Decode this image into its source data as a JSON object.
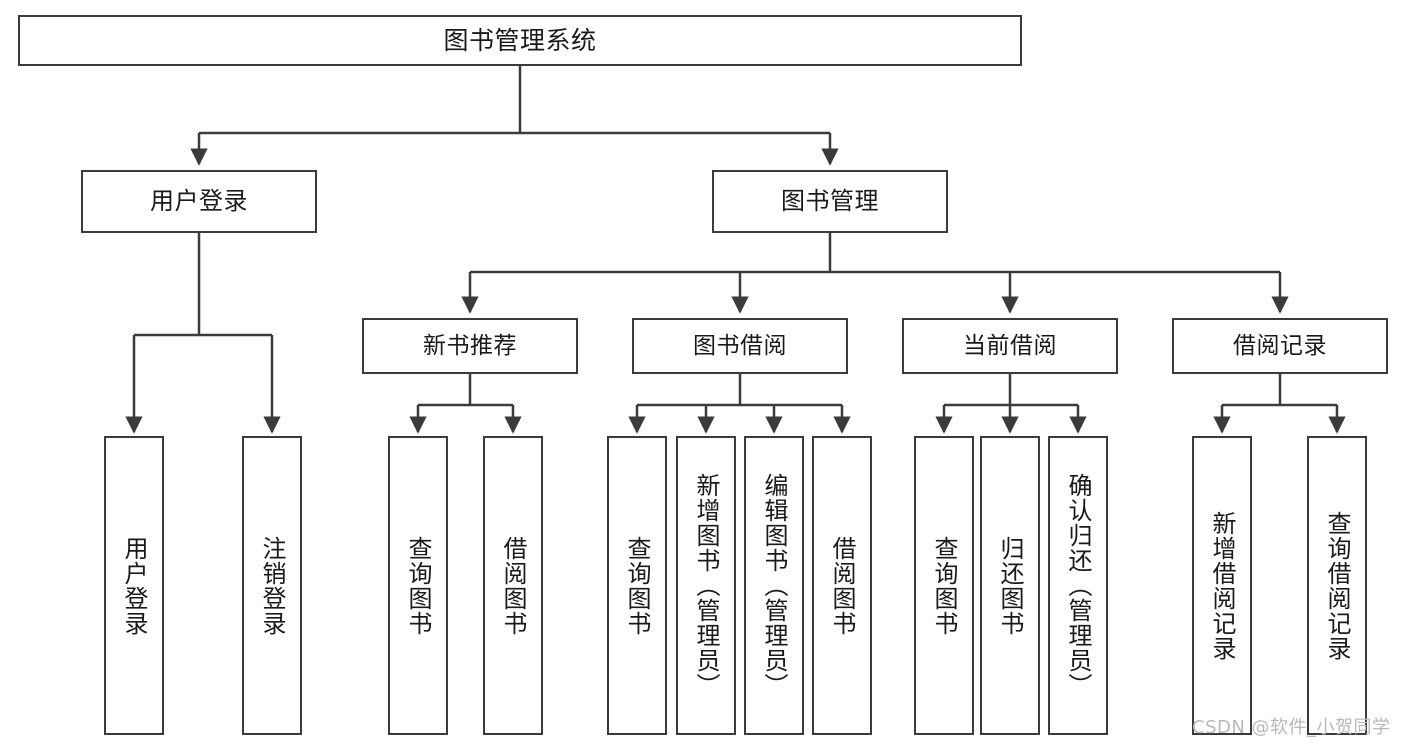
{
  "diagram": {
    "type": "tree-hierarchy",
    "title": "图书管理系统",
    "watermark": "CSDN @软件_小贺同学",
    "colors": {
      "box_border": "#3b3b3b",
      "box_fill": "#ffffff",
      "connector": "#3b3b3b",
      "text": "#1a1a1a",
      "watermark": "#b9b9b9",
      "background": "#ffffff"
    },
    "nodes": {
      "root": {
        "label": "图书管理系统"
      },
      "level2": [
        {
          "id": "user-login",
          "label": "用户登录"
        },
        {
          "id": "book-manage",
          "label": "图书管理"
        }
      ],
      "level3": [
        {
          "id": "new-book-recommend",
          "label": "新书推荐"
        },
        {
          "id": "book-borrow",
          "label": "图书借阅"
        },
        {
          "id": "current-borrow",
          "label": "当前借阅"
        },
        {
          "id": "borrow-record",
          "label": "借阅记录"
        }
      ],
      "leaves": [
        {
          "id": "leaf-user-login",
          "label": "用户登录",
          "parent": "user-login"
        },
        {
          "id": "leaf-logout",
          "label": "注销登录",
          "parent": "user-login"
        },
        {
          "id": "leaf-query-book-1",
          "label": "查询图书",
          "parent": "new-book-recommend"
        },
        {
          "id": "leaf-borrow-book-1",
          "label": "借阅图书",
          "parent": "new-book-recommend"
        },
        {
          "id": "leaf-query-book-2",
          "label": "查询图书",
          "parent": "book-borrow"
        },
        {
          "id": "leaf-add-book",
          "label": "新增图书（管理员）",
          "parent": "book-borrow"
        },
        {
          "id": "leaf-edit-book",
          "label": "编辑图书（管理员）",
          "parent": "book-borrow"
        },
        {
          "id": "leaf-borrow-book-2",
          "label": "借阅图书",
          "parent": "book-borrow"
        },
        {
          "id": "leaf-query-book-3",
          "label": "查询图书",
          "parent": "current-borrow"
        },
        {
          "id": "leaf-return-book",
          "label": "归还图书",
          "parent": "current-borrow"
        },
        {
          "id": "leaf-confirm-return",
          "label": "确认归还（管理员）",
          "parent": "current-borrow"
        },
        {
          "id": "leaf-add-record",
          "label": "新增借阅记录",
          "parent": "borrow-record"
        },
        {
          "id": "leaf-query-record",
          "label": "查询借阅记录",
          "parent": "borrow-record"
        }
      ]
    }
  }
}
